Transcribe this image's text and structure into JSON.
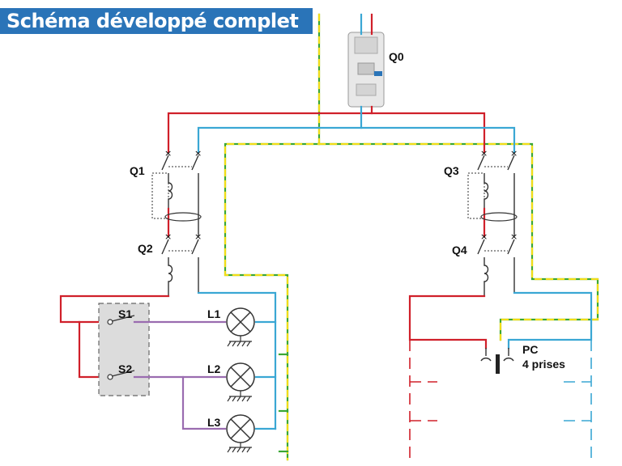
{
  "title": "Schéma développé complet",
  "labels": {
    "q0": "Q0",
    "q1": "Q1",
    "q2": "Q2",
    "q3": "Q3",
    "q4": "Q4",
    "s1": "S1",
    "s2": "S2",
    "l1": "L1",
    "l2": "L2",
    "l3": "L3",
    "pc_line1": "PC",
    "pc_line2": "4 prises"
  },
  "colors": {
    "phase": "#d0202a",
    "neutral": "#3aa7d4",
    "earth_green": "#3aa635",
    "earth_yellow": "#f2dd17",
    "return": "#9a6cb0",
    "banner": "#2a74b8"
  }
}
